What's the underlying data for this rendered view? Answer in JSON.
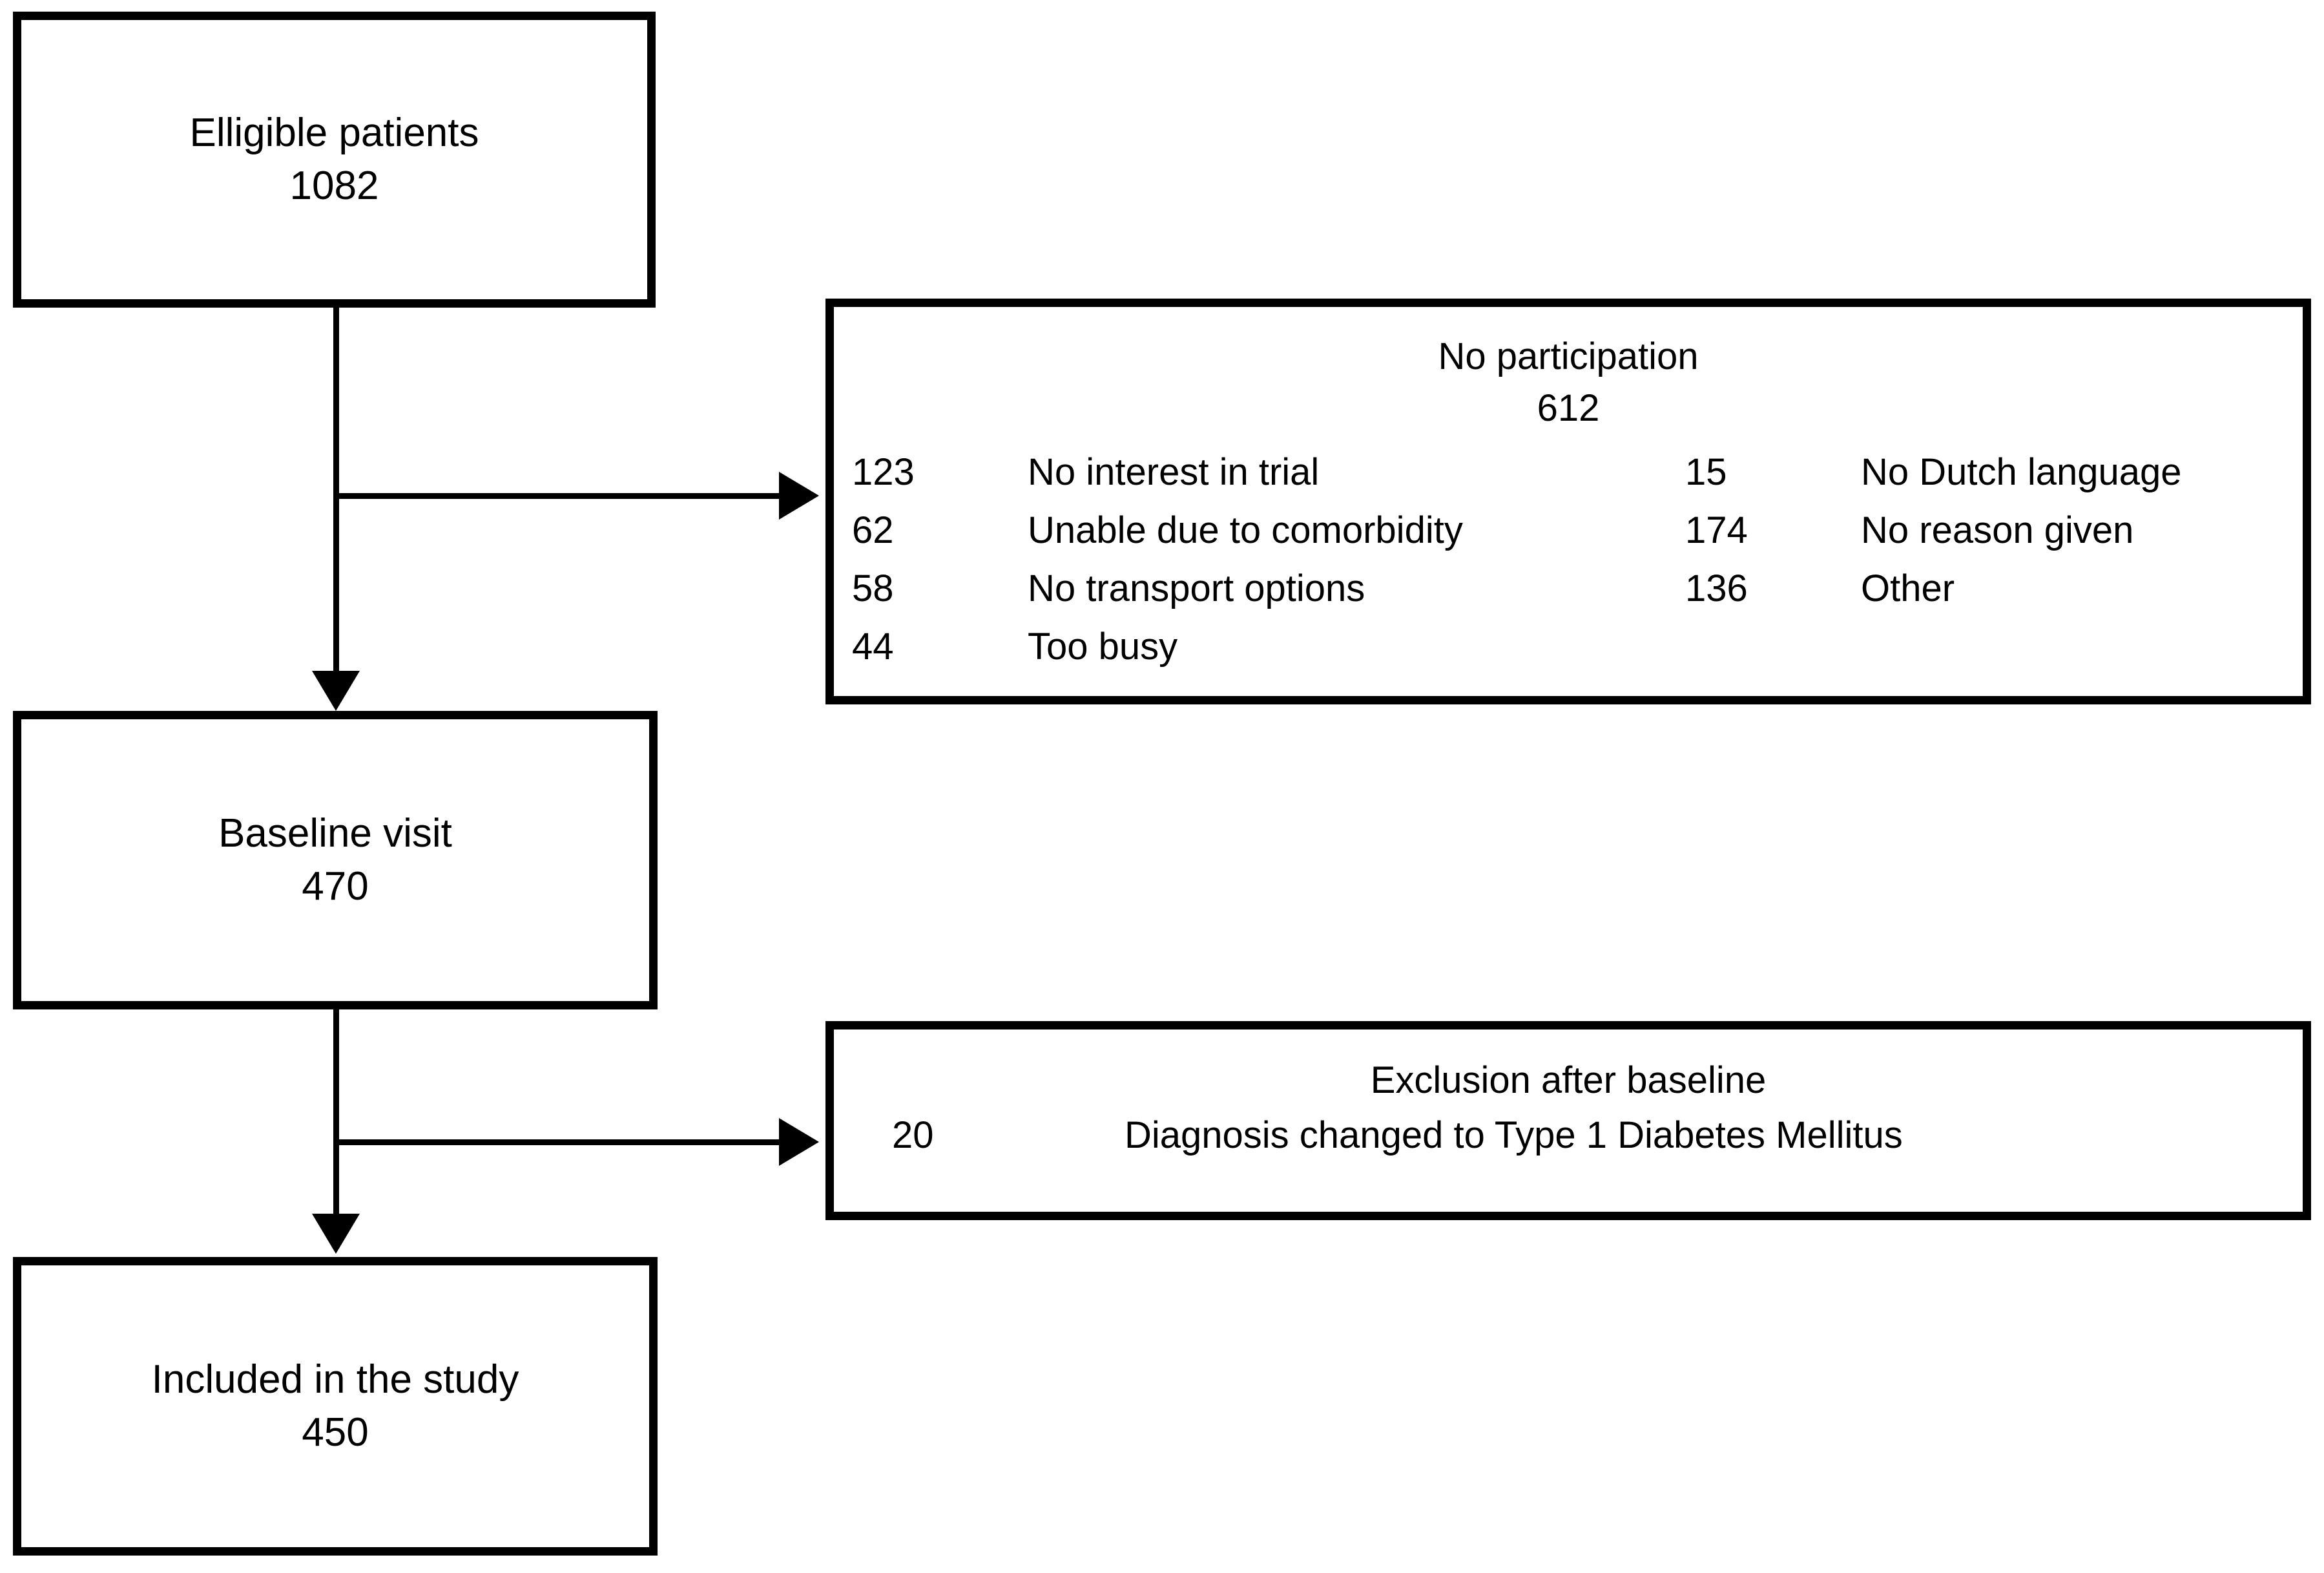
{
  "diagram": {
    "type": "patient-flow-chart",
    "nodes": [
      {
        "id": "eligible",
        "title": "Elligible patients",
        "count": "1082"
      },
      {
        "id": "baseline",
        "title": "Baseline visit",
        "count": "470"
      },
      {
        "id": "included",
        "title": "Included in the study",
        "count": "450"
      }
    ],
    "exclusion_boxes": [
      {
        "id": "no-participation",
        "title": "No participation",
        "count": "612",
        "column_left": [
          {
            "count": "123",
            "reason": "No interest in trial"
          },
          {
            "count": "62",
            "reason": "Unable due to comorbidity"
          },
          {
            "count": "58",
            "reason": "No transport options"
          },
          {
            "count": "44",
            "reason": "Too busy"
          }
        ],
        "column_right": [
          {
            "count": "15",
            "reason": "No Dutch language"
          },
          {
            "count": "174",
            "reason": "No reason given"
          },
          {
            "count": "136",
            "reason": "Other"
          }
        ]
      },
      {
        "id": "exclusion-after-baseline",
        "title": "Exclusion after baseline",
        "count": "",
        "column_left": [
          {
            "count": "20",
            "reason": "Diagnosis changed to Type 1 Diabetes Mellitus"
          }
        ],
        "column_right": []
      }
    ],
    "colors": {
      "stroke": "#000000",
      "fill": "#ffffff"
    }
  }
}
